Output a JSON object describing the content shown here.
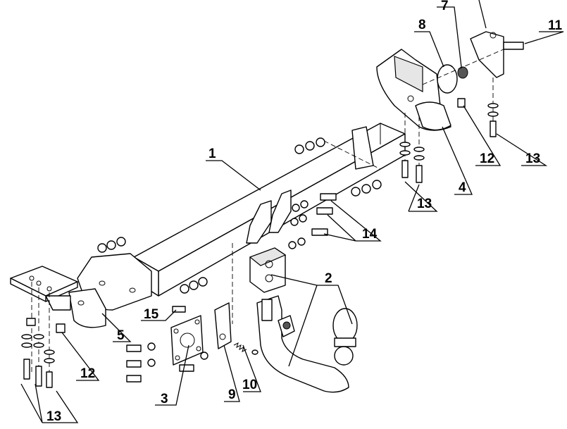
{
  "callouts": [
    {
      "id": "c1",
      "text": "1"
    },
    {
      "id": "c2",
      "text": "2"
    },
    {
      "id": "c3",
      "text": "3"
    },
    {
      "id": "c4",
      "text": "4"
    },
    {
      "id": "c5",
      "text": "5"
    },
    {
      "id": "c7",
      "text": "7"
    },
    {
      "id": "c8",
      "text": "8"
    },
    {
      "id": "c9",
      "text": "9"
    },
    {
      "id": "c10",
      "text": "10"
    },
    {
      "id": "c11",
      "text": "11"
    },
    {
      "id": "c12a",
      "text": "12"
    },
    {
      "id": "c12b",
      "text": "12"
    },
    {
      "id": "c13a",
      "text": "13"
    },
    {
      "id": "c13b",
      "text": "13"
    },
    {
      "id": "c13c",
      "text": "13"
    },
    {
      "id": "c14",
      "text": "14"
    },
    {
      "id": "c15",
      "text": "15"
    }
  ]
}
